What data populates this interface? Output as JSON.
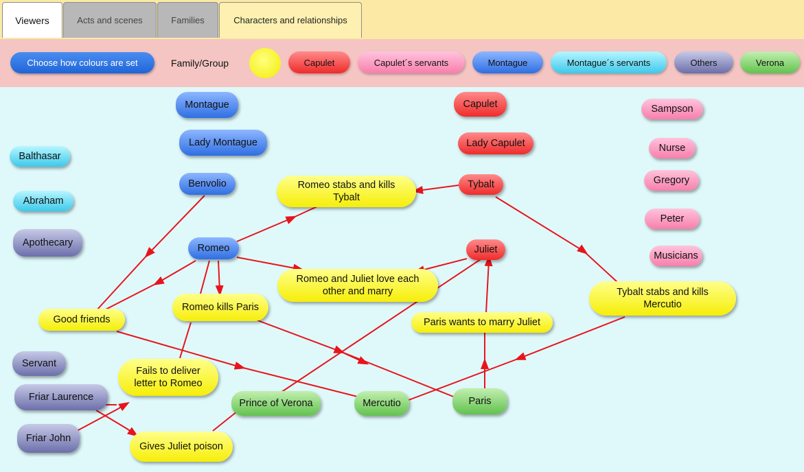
{
  "tabs": [
    {
      "label": "Viewers"
    },
    {
      "label": "Acts and scenes"
    },
    {
      "label": "Families"
    },
    {
      "label": "Characters and relationships"
    }
  ],
  "ribbon": {
    "choose_button": "Choose how colours are set",
    "label": "Family/Group",
    "chips": [
      {
        "label": "Capulet"
      },
      {
        "label": "Capulet´s servants"
      },
      {
        "label": "Montague"
      },
      {
        "label": "Montague´s servants"
      },
      {
        "label": "Others"
      },
      {
        "label": "Verona"
      }
    ]
  },
  "colors": {
    "Capulet": "#ef2b2b",
    "Capulet´s servants": "#f77fac",
    "Montague": "#2f6fe2",
    "Montague´s servants": "#3dc9ea",
    "Others": "#6c6faa",
    "Verona": "#62c24e",
    "relationship": "#f6ee08",
    "link": "#e8141c"
  },
  "characters": {
    "montague": "Montague",
    "lady_montague": "Lady Montague",
    "benvolio": "Benvolio",
    "romeo": "Romeo",
    "balthasar": "Balthasar",
    "abraham": "Abraham",
    "apothecary": "Apothecary",
    "servant": "Servant",
    "friar_laurence": "Friar Laurence",
    "friar_john": "Friar John",
    "capulet": "Capulet",
    "lady_capulet": "Lady Capulet",
    "tybalt": "Tybalt",
    "juliet": "Juliet",
    "sampson": "Sampson",
    "nurse": "Nurse",
    "gregory": "Gregory",
    "peter": "Peter",
    "musicians": "Musicians",
    "prince": "Prince of Verona",
    "mercutio": "Mercutio",
    "paris": "Paris"
  },
  "relationships": {
    "romeo_kills_tybalt": "Romeo stabs and kills\nTybalt",
    "love_marry": "Romeo and Juliet love each\nother and marry",
    "tybalt_kills_mercutio": "Tybalt stabs and kills\nMercutio",
    "good_friends": "Good friends",
    "romeo_kills_paris": "Romeo kills Paris",
    "paris_marry": "Paris wants to marry Juliet",
    "fails_deliver": "Fails to deliver\nletter to Romeo",
    "gives_poison": "Gives Juliet poison"
  }
}
